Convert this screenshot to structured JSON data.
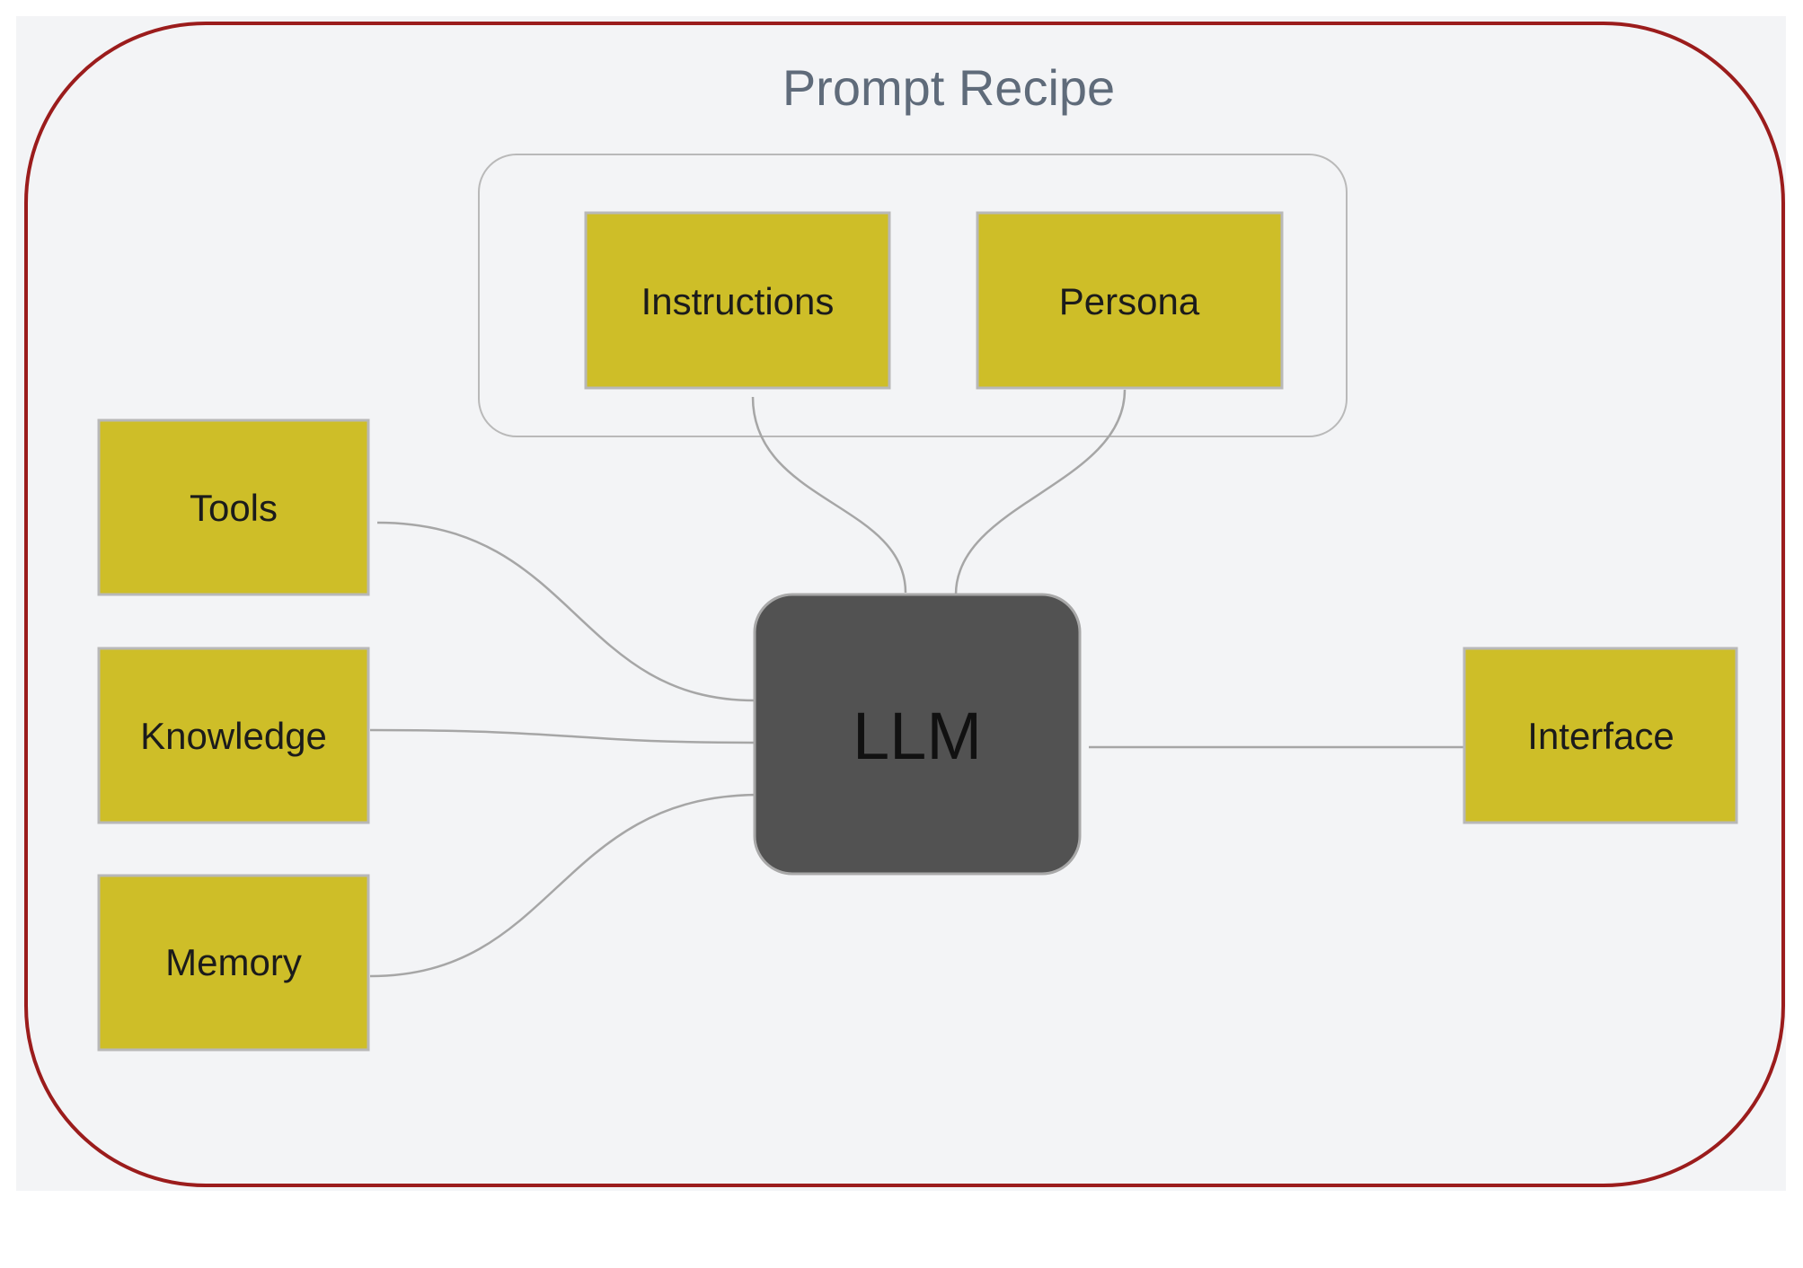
{
  "diagram": {
    "title": "Prompt Recipe",
    "center": {
      "id": "llm",
      "label": "LLM"
    },
    "nodes": [
      {
        "id": "instructions",
        "label": "Instructions"
      },
      {
        "id": "persona",
        "label": "Persona"
      },
      {
        "id": "tools",
        "label": "Tools"
      },
      {
        "id": "knowledge",
        "label": "Knowledge"
      },
      {
        "id": "memory",
        "label": "Memory"
      },
      {
        "id": "interface",
        "label": "Interface"
      }
    ],
    "edges": [
      {
        "from": "instructions",
        "to": "llm"
      },
      {
        "from": "persona",
        "to": "llm"
      },
      {
        "from": "tools",
        "to": "llm"
      },
      {
        "from": "knowledge",
        "to": "llm"
      },
      {
        "from": "memory",
        "to": "llm"
      },
      {
        "from": "llm",
        "to": "interface"
      }
    ],
    "colors": {
      "frame_border": "#9b1c1c",
      "frame_fill": "#f3f4f6",
      "node_fill": "#cebe28",
      "node_border": "#b8b8b8",
      "llm_fill": "#525252",
      "edge": "#a6a6a6"
    }
  }
}
